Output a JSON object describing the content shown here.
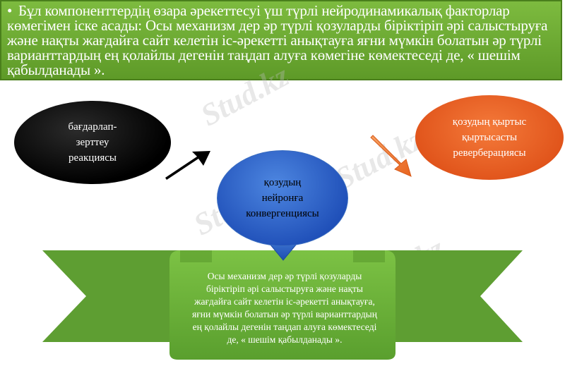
{
  "header": {
    "bullet": "•",
    "text": "Бұл компоненттердің өзара әрекеттесуі үш түрлі нейродинамикалық факторлар көмегімен іске асады: Осы механизм дер әр түрлі қозуларды біріктіріп әрі салыстыруға және нақты жағдайға сайт келетін іс-әрекетті анықтауға яғни мүмкін болатын әр түрлі варианттардың ең қолайлы дегенін таңдап алуға көмегіне көмектеседі де, « шешім қабылданады »."
  },
  "nodes": {
    "black": {
      "line1": "бағдарлап-",
      "line2": "зерттеу",
      "line3": "реакциясы"
    },
    "blue": {
      "line1": "қозудың",
      "line2": "нейронға",
      "line3": "конвергенциясы"
    },
    "orange": {
      "line1": "қозудың қыртыс",
      "line2": "қыртысасты",
      "line3": "реверберациясы"
    }
  },
  "ribbon": {
    "text": "Осы механизм дер әр түрлі қозуларды біріктіріп әрі салыстыруға және нақты жағдайға сайт келетін іс-әрекетті анықтауға, яғни мүмкін болатын әр түрлі варианттардың ең қолайлы дегенін таңдап алуға көмектеседі де, « шешім қабылданады »."
  },
  "watermark": "Stud.kz",
  "colors": {
    "header": "#6aa832",
    "black_node": "#000000",
    "blue_node": "#2e5fc8",
    "orange_node": "#ec6428",
    "ribbon": "#6cb33a",
    "arrow_black": "#000000",
    "arrow_orange": "#f07a30",
    "arrow_blue": "#2f63c9"
  }
}
